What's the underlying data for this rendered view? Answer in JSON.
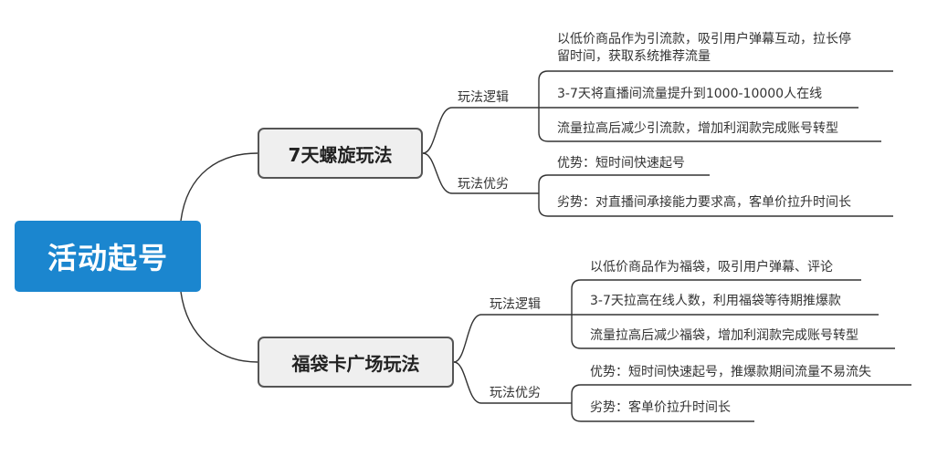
{
  "root": {
    "label": "活动起号"
  },
  "branches": [
    {
      "label": "7天螺旋玩法",
      "subs": [
        {
          "label": "玩法逻辑",
          "items": [
            "以低价商品作为引流款，吸引用户弹幕互动，拉长停",
            "留时间，获取系统推荐流量",
            "3-7天将直播间流量提升到1000-10000人在线",
            "流量拉高后减少引流款，增加利润款完成账号转型"
          ]
        },
        {
          "label": "玩法优劣",
          "items": [
            "优势：短时间快速起号",
            "劣势：对直播间承接能力要求高，客单价拉升时间长"
          ]
        }
      ]
    },
    {
      "label": "福袋卡广场玩法",
      "subs": [
        {
          "label": "玩法逻辑",
          "items": [
            "以低价商品作为福袋，吸引用户弹幕、评论",
            "3-7天拉高在线人数，利用福袋等待期推爆款",
            "流量拉高后减少福袋，增加利润款完成账号转型"
          ]
        },
        {
          "label": "玩法优劣",
          "items": [
            "优势：短时间快速起号，推爆款期间流量不易流失",
            "劣势：客单价拉升时间长"
          ]
        }
      ]
    }
  ],
  "colors": {
    "root_fill": "#1b86cf",
    "node_fill": "#efefef",
    "line": "#333333"
  }
}
